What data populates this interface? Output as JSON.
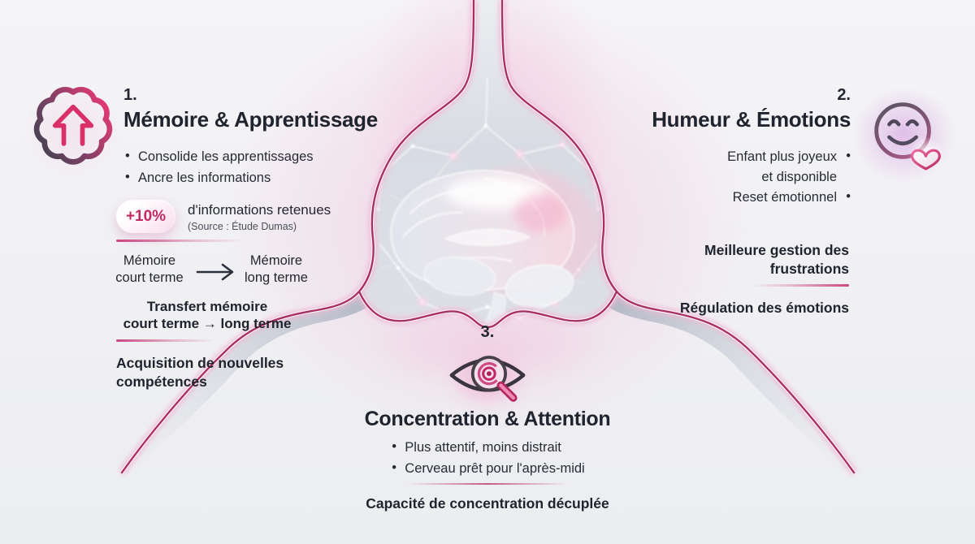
{
  "colors": {
    "accent": "#c22a63",
    "stroke-magenta": "#a93063",
    "heading": "#20242e",
    "body": "#262b34",
    "muted": "#4b4f5a",
    "pink-glow": "#f2c6dc",
    "bulb-fill": "#dadde4",
    "background": "#f1f1f4"
  },
  "center": {
    "illustration": "brain-with-neural-network"
  },
  "sections": {
    "memory": {
      "number": "1.",
      "title": "Mémoire & Apprentissage",
      "icon": "brain-arrow-up-icon",
      "bullets": [
        "Consolide les apprentissages",
        "Ancre les informations"
      ],
      "stat": {
        "badge": "+10%",
        "text": "d'informations retenues",
        "source": "(Source : Étude Dumas)"
      },
      "flow": {
        "from": [
          "Mémoire",
          "court terme"
        ],
        "to": [
          "Mémoire",
          "long terme"
        ]
      },
      "transfer": [
        "Transfert mémoire",
        "court terme → long terme"
      ],
      "highlight": [
        "Acquisition de nouvelles",
        "compétences"
      ]
    },
    "mood": {
      "number": "2.",
      "title": "Humeur & Émotions",
      "icon": "smiley-heart-icon",
      "bullets": [
        {
          "text": "Enfant plus joyeux",
          "text2": "et disponible"
        },
        {
          "text": "Reset émotionnel"
        }
      ],
      "highlight1": [
        "Meilleure gestion des",
        "frustrations"
      ],
      "highlight2": "Régulation des émotions"
    },
    "focus": {
      "number": "3.",
      "title": "Concentration & Attention",
      "icon": "eye-magnifier-icon",
      "bullets": [
        "Plus attentif, moins distrait",
        "Cerveau prêt pour l'après-midi"
      ],
      "highlight": "Capacité de concentration décuplée"
    }
  }
}
